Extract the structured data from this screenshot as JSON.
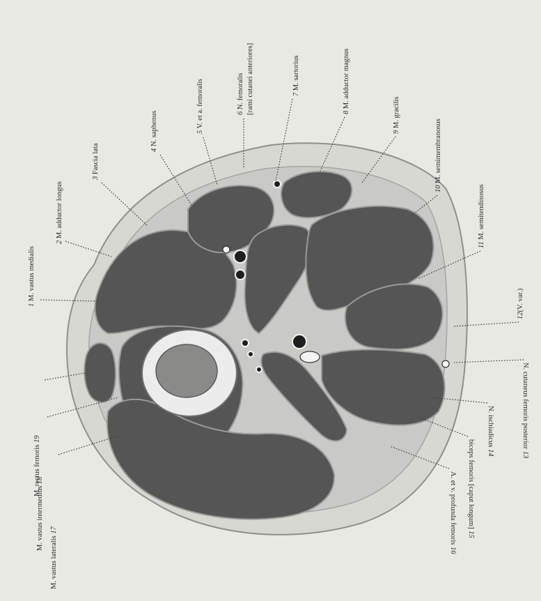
{
  "labels": {
    "l1": {
      "num": "1",
      "text": "M. vastus medialis"
    },
    "l2": {
      "num": "2",
      "text": "M. adductor longus"
    },
    "l3": {
      "num": "3",
      "text": "Fascia lata"
    },
    "l4": {
      "num": "4",
      "text": "N. saphenus"
    },
    "l5": {
      "num": "5",
      "text": "V. et a. femoralis"
    },
    "l6": {
      "num": "6",
      "text": "N. femoralis",
      "text2": "[rami cutanei anteriores]"
    },
    "l7": {
      "num": "7",
      "text": "M. sartorius"
    },
    "l8": {
      "num": "8",
      "text": "M. adductor magnus"
    },
    "l9": {
      "num": "9",
      "text": "M. gracilis"
    },
    "l10": {
      "num": "10",
      "text": "M. semimembranosus"
    },
    "l11": {
      "num": "11",
      "text": "M. semitendinosus"
    },
    "l12": {
      "num": "12",
      "text": "(V. var.)"
    },
    "l13": {
      "num": "13",
      "text": "N. cutaneus femoris posterior"
    },
    "l14": {
      "num": "14",
      "text": "N. ischiadicus"
    },
    "l15": {
      "num": "15",
      "text": "biceps femoris [caput longum]"
    },
    "l16": {
      "num": "16",
      "text": "A. et v. profunda femoris"
    },
    "l17": {
      "num": "17",
      "text": "M. vastus lateralis"
    },
    "l18": {
      "num": "18",
      "text": "M. vastus intermedius"
    },
    "l19": {
      "num": "19",
      "text": "M. rectus femoris"
    }
  },
  "colors": {
    "background": "#e9e9e4",
    "skin": "#d9d9d4",
    "muscle": "#555555",
    "fascia": "#9a9a98",
    "bone_cortex": "#ececec",
    "marrow": "#8a8a88",
    "vessel": "#1e1e1e"
  }
}
